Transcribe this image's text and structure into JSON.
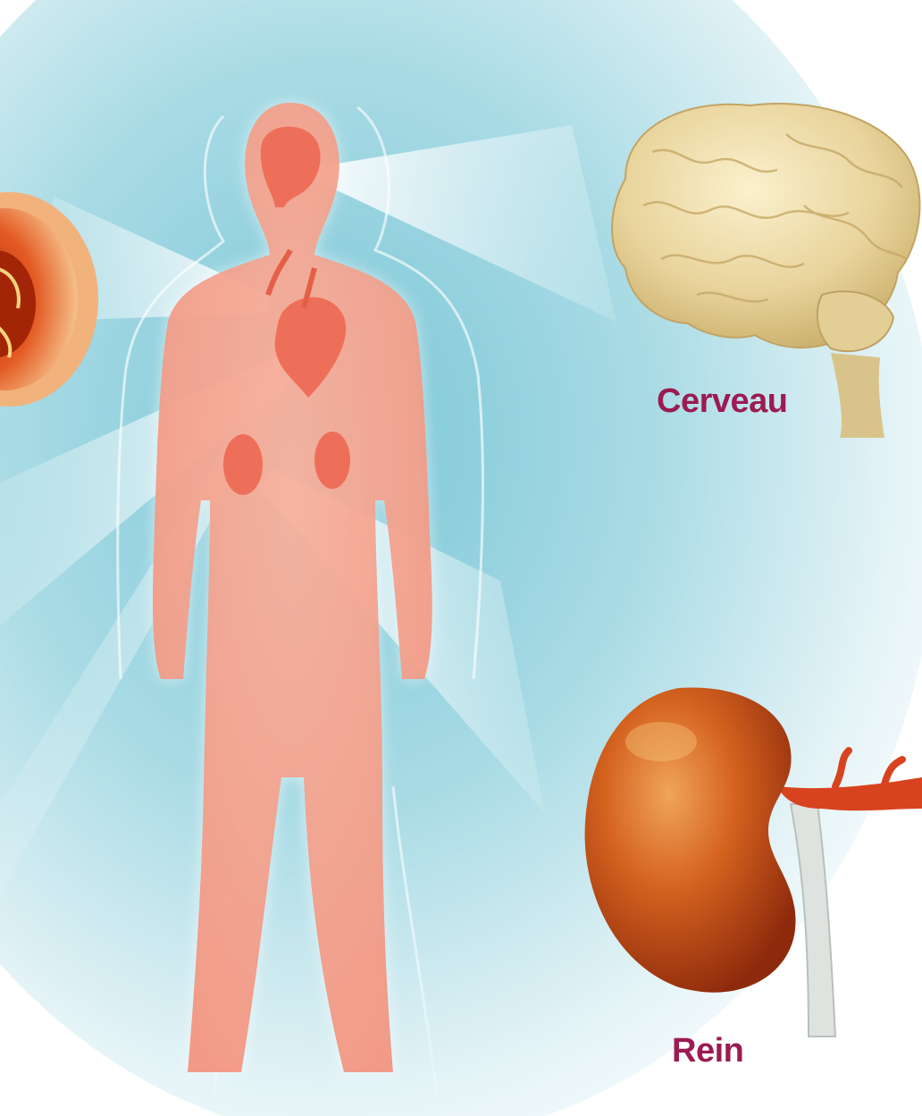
{
  "labels": {
    "brain": "Cerveau",
    "kidney": "Rein"
  },
  "colors": {
    "label": "#9b1b52",
    "background_glow": "#8fd0dc",
    "body": "#f4a490",
    "organ_highlight": "#ee7660",
    "brain": "#ead9a4",
    "kidney": "#c4471c",
    "vessel": "#d8431f"
  },
  "icons": {
    "brain": "brain-illustration",
    "kidney": "kidney-illustration",
    "artery": "artery-cross-section-illustration",
    "body": "human-body-silhouette"
  }
}
